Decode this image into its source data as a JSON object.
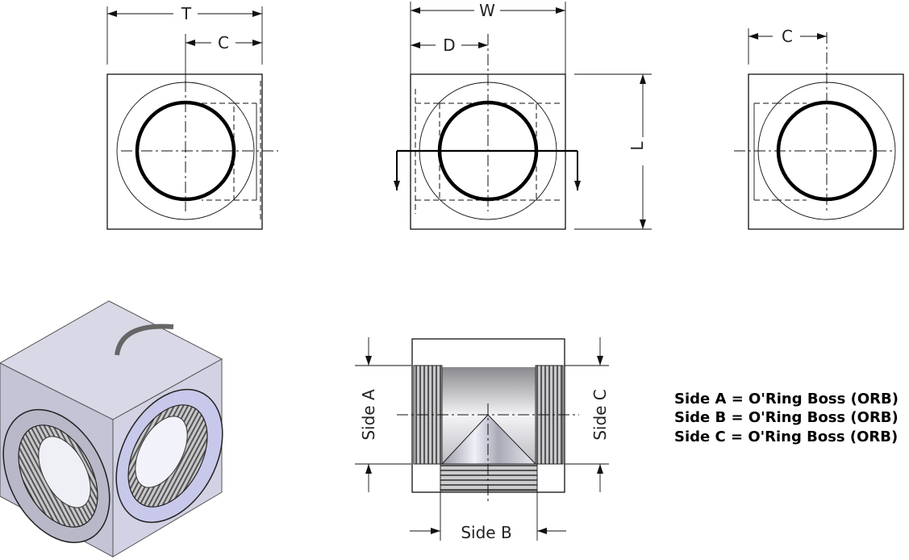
{
  "views": {
    "front": {
      "dim_overall": "T",
      "dim_center": "C"
    },
    "middle": {
      "dim_width": "W",
      "dim_center": "D",
      "dim_length": "L"
    },
    "side": {
      "dim_center": "C"
    },
    "section": {
      "side_a": "Side A",
      "side_b": "Side B",
      "side_c": "Side C"
    }
  },
  "legend": [
    "Side A = O'Ring Boss (ORB)",
    "Side B = O'Ring Boss (ORB)",
    "Side C = O'Ring Boss (ORB)"
  ]
}
